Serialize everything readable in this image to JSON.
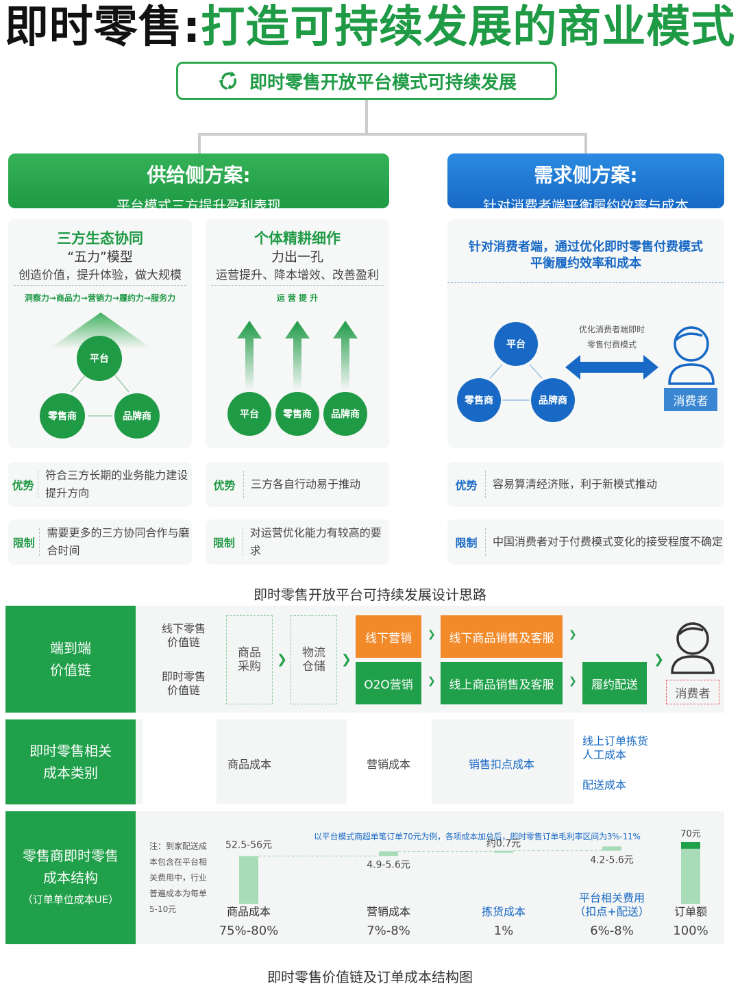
{
  "title": {
    "part1": "即时零售:",
    "part2": "打造可持续发展的商业模式"
  },
  "top_box": {
    "icon": "recycle-icon",
    "label": "即时零售开放平台模式可持续发展"
  },
  "supply": {
    "title": "供给侧方案:",
    "subtitle": "平台模式三方提升盈利表现",
    "left": {
      "title": "三方生态协同",
      "subtitle": "“五力”模型",
      "desc": "创造价值，提升体验，做大规模",
      "chain": "洞察力→商品力→营销力→履约力→服务力",
      "nodes": [
        "平台",
        "零售商",
        "品牌商"
      ]
    },
    "right": {
      "title": "个体精耕细作",
      "subtitle": "力出一孔",
      "desc": "运营提升、降本增效、改善盈利",
      "chain": "运 营 提 升",
      "nodes": [
        "平台",
        "零售商",
        "品牌商"
      ]
    },
    "adv_left": "符合三方长期的业务能力建设提升方向",
    "adv_right": "三方各自行动易于推动",
    "lim_left": "需要更多的三方协同合作与磨合时间",
    "lim_right": "对运营优化能力有较高的要求"
  },
  "demand": {
    "title": "需求侧方案:",
    "subtitle": "针对消费者端平衡履约效率与成本",
    "panel_title_1": "针对消费者端，通过优化即时零售付费模式",
    "panel_title_2": "平衡履约效率和成本",
    "arrow_label_1": "优化消费者端即时",
    "arrow_label_2": "零售付费模式",
    "nodes": [
      "平台",
      "零售商",
      "品牌商"
    ],
    "consumer": "消费者",
    "adv": "容易算清经济账，利于新模式推动",
    "lim": "中国消费者对于付费模式变化的接受程度不确定"
  },
  "tags": {
    "adv": "优势",
    "lim": "限制"
  },
  "caption1": "即时零售开放平台可持续发展设计思路",
  "chain_section": {
    "label_1": "端到端",
    "label_2": "价值链",
    "offline_chain_1": "线下零售",
    "offline_chain_2": "价值链",
    "instant_chain_1": "即时零售",
    "instant_chain_2": "价值链",
    "purchase_1": "商品",
    "purchase_2": "采购",
    "logistics_1": "物流",
    "logistics_2": "仓储",
    "offline_marketing": "线下营销",
    "offline_sales": "线下商品销售及客服",
    "o2o_marketing": "O2O营销",
    "online_sales": "线上商品销售及客服",
    "delivery": "履约配送",
    "consumer": "消费者"
  },
  "cost_types": {
    "label_1": "即时零售相关",
    "label_2": "成本类别",
    "goods": "商品成本",
    "marketing": "营销成本",
    "commission": "销售扣点成本",
    "picking_1": "线上订单拣货",
    "picking_2": "人工成本",
    "delivery": "配送成本"
  },
  "cost_structure": {
    "label_1": "零售商即时零售",
    "label_2": "成本结构",
    "label_3": "（订单单位成本UE）",
    "note": "注：到家配送成本包含在平台相关费用中，行业普遍成本为每单5-10元",
    "headline": "以平台模式商超单笔订单70元为例，各项成本加总后，即时零售订单毛利率区间为3%-11%"
  },
  "chart_data": {
    "type": "waterfall",
    "categories": [
      "商品成本",
      "营销成本",
      "拣货成本",
      "平台相关费用（扣点+配送）",
      "订单额"
    ],
    "value_labels": [
      "52.5-56元",
      "4.9-5.6元",
      "约0.7元",
      "4.2-5.6元",
      "70元"
    ],
    "percent_labels": [
      "75%-80%",
      "7%-8%",
      "1%",
      "6%-8%",
      "100%"
    ],
    "values_low": [
      52.5,
      4.9,
      0.7,
      4.2,
      70
    ],
    "values_high": [
      56,
      5.6,
      0.7,
      5.6,
      70
    ],
    "total": 70,
    "ylim": [
      0,
      70
    ]
  },
  "caption2": "即时零售价值链及订单成本结构图",
  "colors": {
    "green": "#20a04a",
    "blue": "#1769c5",
    "orange": "#f28a2a",
    "light_green": "#a8dcb8"
  }
}
